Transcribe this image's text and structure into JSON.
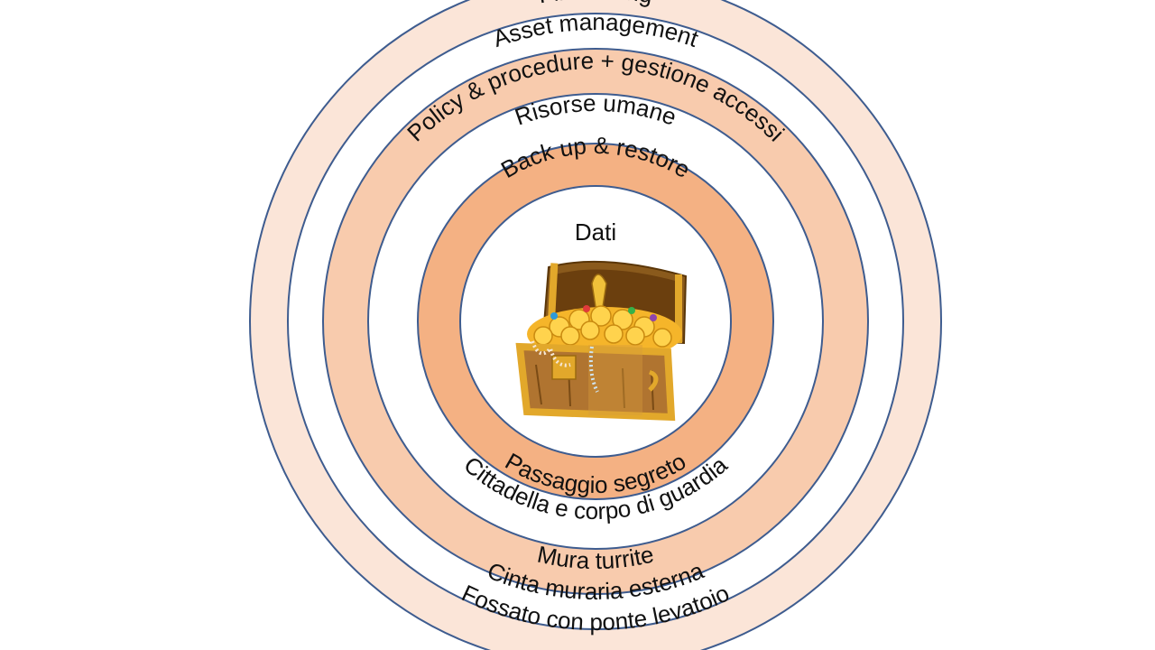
{
  "colors": {
    "outer_ring": "#fbe5d8",
    "middle_ring": "#f8cbad",
    "inner_ring": "#f4b183",
    "ring_stroke": "#3e5c8f",
    "gap": "#ffffff"
  },
  "labels": {
    "firewalling": "Firewalling",
    "asset_management": "Asset management",
    "policy": "Policy & procedure + gestione accessi",
    "risorse": "Risorse umane",
    "backup": "Back up & restore",
    "dati": "Dati",
    "passaggio": "Passaggio segreto",
    "cittadella": "Cittadella e corpo di guardia",
    "mura": "Mura turrite",
    "cinta": "Cinta muraria esterna",
    "fossato": "Fossato con ponte levatoio"
  },
  "center_image": {
    "icon": "treasure-chest-icon"
  }
}
